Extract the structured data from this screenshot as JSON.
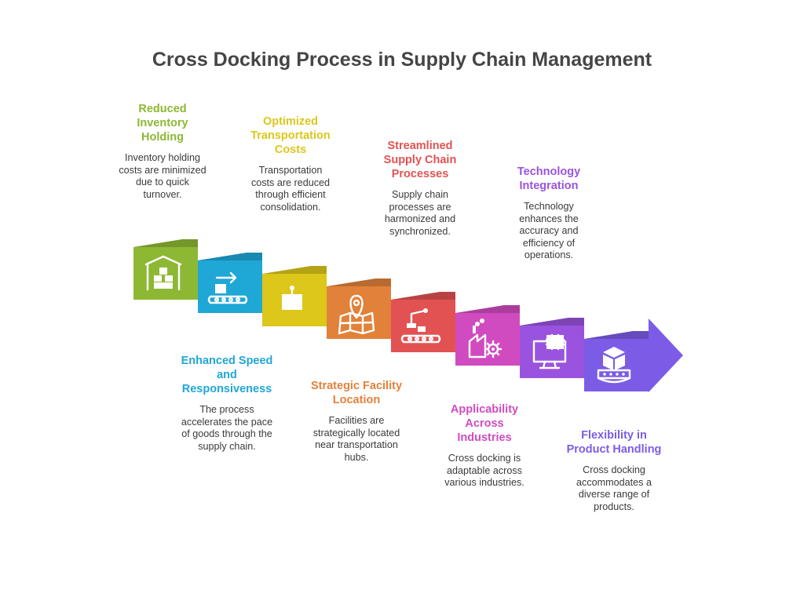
{
  "title": "Cross Docking Process in Supply Chain Management",
  "colors": {
    "green": "#8DB833",
    "blue": "#1FA7D6",
    "yellow": "#DCC71A",
    "orange": "#E2813A",
    "red": "#E25252",
    "pink": "#D14BC0",
    "purple": "#9A53DE",
    "violet": "#7C5CE6"
  },
  "steps": [
    {
      "heading": "Reduced Inventory Holding",
      "heading_lines": [
        "Reduced",
        "Inventory",
        "Holding"
      ],
      "text_lines": [
        "Inventory holding",
        "costs are minimized",
        "due to quick",
        "turnover."
      ],
      "icon": "warehouse-icon"
    },
    {
      "heading": "Enhanced Speed and Responsiveness",
      "heading_lines": [
        "Enhanced Speed",
        "and",
        "Responsiveness"
      ],
      "text_lines": [
        "The process",
        "accelerates the pace",
        "of goods through the",
        "supply chain."
      ],
      "icon": "conveyor-icon"
    },
    {
      "heading": "Optimized Transportation Costs",
      "heading_lines": [
        "Optimized",
        "Transportation",
        "Costs"
      ],
      "text_lines": [
        "Transportation",
        "costs are reduced",
        "through efficient",
        "consolidation."
      ],
      "icon": "delivery-robot-icon"
    },
    {
      "heading": "Strategic Facility Location",
      "heading_lines": [
        "Strategic Facility",
        "Location"
      ],
      "text_lines": [
        "Facilities are",
        "strategically located",
        "near transportation",
        "hubs."
      ],
      "icon": "map-pin-icon"
    },
    {
      "heading": "Streamlined Supply Chain Processes",
      "heading_lines": [
        "Streamlined",
        "Supply Chain",
        "Processes"
      ],
      "text_lines": [
        "Supply chain",
        "processes are",
        "harmonized and",
        "synchronized."
      ],
      "icon": "robotic-arm-icon"
    },
    {
      "heading": "Applicability Across Industries",
      "heading_lines": [
        "Applicability",
        "Across",
        "Industries"
      ],
      "text_lines": [
        "Cross docking is",
        "adaptable across",
        "various industries."
      ],
      "icon": "factory-gear-icon"
    },
    {
      "heading": "Technology Integration",
      "heading_lines": [
        "Technology",
        "Integration"
      ],
      "text_lines": [
        "Technology",
        "enhances the",
        "accuracy and",
        "efficiency of",
        "operations."
      ],
      "icon": "monitor-grid-icon"
    },
    {
      "heading": "Flexibility in Product Handling",
      "heading_lines": [
        "Flexibility in",
        "Product Handling"
      ],
      "text_lines": [
        "Cross docking",
        "accommodates a",
        "diverse range of",
        "products."
      ],
      "icon": "box-platform-icon"
    }
  ]
}
